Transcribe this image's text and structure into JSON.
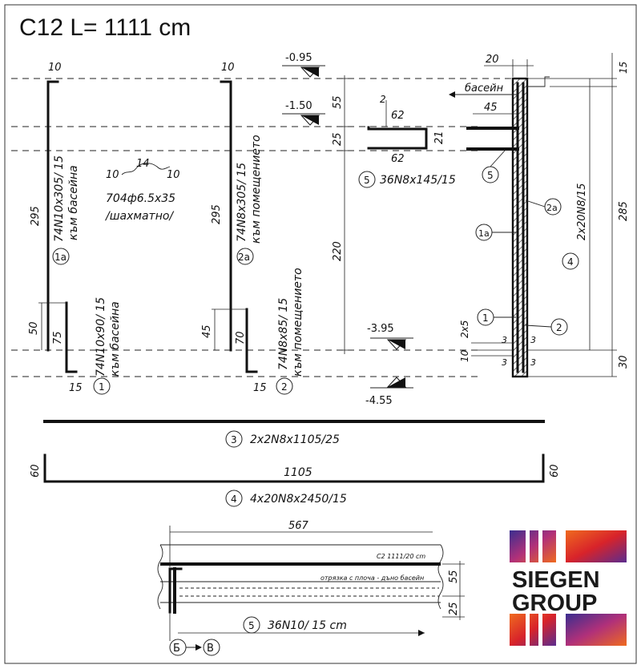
{
  "title": "C12  L= 1111 cm",
  "bars": {
    "b1a": {
      "mark": "1a",
      "spec": "74N10x305/ 15",
      "note": "към басейна",
      "len": "295",
      "hook": "10"
    },
    "b1": {
      "mark": "1",
      "spec": "74N10x90/ 15",
      "note": "към басейна",
      "len_a": "50",
      "len_b": "75",
      "hook": "15"
    },
    "b2a": {
      "mark": "2a",
      "spec": "74N8x305/ 15",
      "note": "към помещението",
      "len": "295",
      "hook": "10"
    },
    "b2": {
      "mark": "2",
      "spec": "74N8x85/ 15",
      "note": "към помещението",
      "len_a": "45",
      "len_b": "70",
      "hook": "15"
    },
    "tie": {
      "spec": "704ф6.5x35",
      "note": "/шахматно/",
      "d_left": "10",
      "d_mid": "14",
      "d_right": "10"
    },
    "b5": {
      "mark": "5",
      "spec": "36N8x145/15",
      "top": "62",
      "bottom": "62",
      "side": "21",
      "hook": "2"
    },
    "b3": {
      "mark": "3",
      "spec": "2x2N8x1105/25"
    },
    "b4": {
      "mark": "4",
      "spec": "4x20N8x2450/15",
      "len": "1105",
      "end_l": "60",
      "end_r": "60"
    }
  },
  "levels": {
    "l1": "-0.95",
    "l2": "-1.50",
    "l3": "-3.95",
    "l4": "-4.55"
  },
  "dims_mid": {
    "d55": "55",
    "d25": "25",
    "d220": "220"
  },
  "section": {
    "w20": "20",
    "d15": "15",
    "pool": "басейн",
    "d45": "45",
    "spec4": "2x20N8/15",
    "d285": "285",
    "d30": "30",
    "m5": "5",
    "m2a": "2a",
    "m1a": "1a",
    "m4": "4",
    "m1": "1",
    "m2": "2",
    "d2x5": "2x5",
    "d10": "10",
    "d3a": "3",
    "d3b": "3",
    "d3c": "3",
    "d3d": "3"
  },
  "plan": {
    "d567": "567",
    "note_c2": "C2 1111/20 cm",
    "note_cut": "отрязка с плоча - дъно басейн",
    "d55": "55",
    "d25": "25",
    "mark": "5",
    "spec": "36N10/ 15 cm",
    "cut_b": "Б",
    "cut_v": "В"
  },
  "logo": {
    "line1": "SIEGEN",
    "line2": "GROUP"
  },
  "colors": {
    "ink": "#111111",
    "logo_purple": "#4b2a8c",
    "logo_orange": "#ef6a1f",
    "logo_red": "#d8232a"
  }
}
